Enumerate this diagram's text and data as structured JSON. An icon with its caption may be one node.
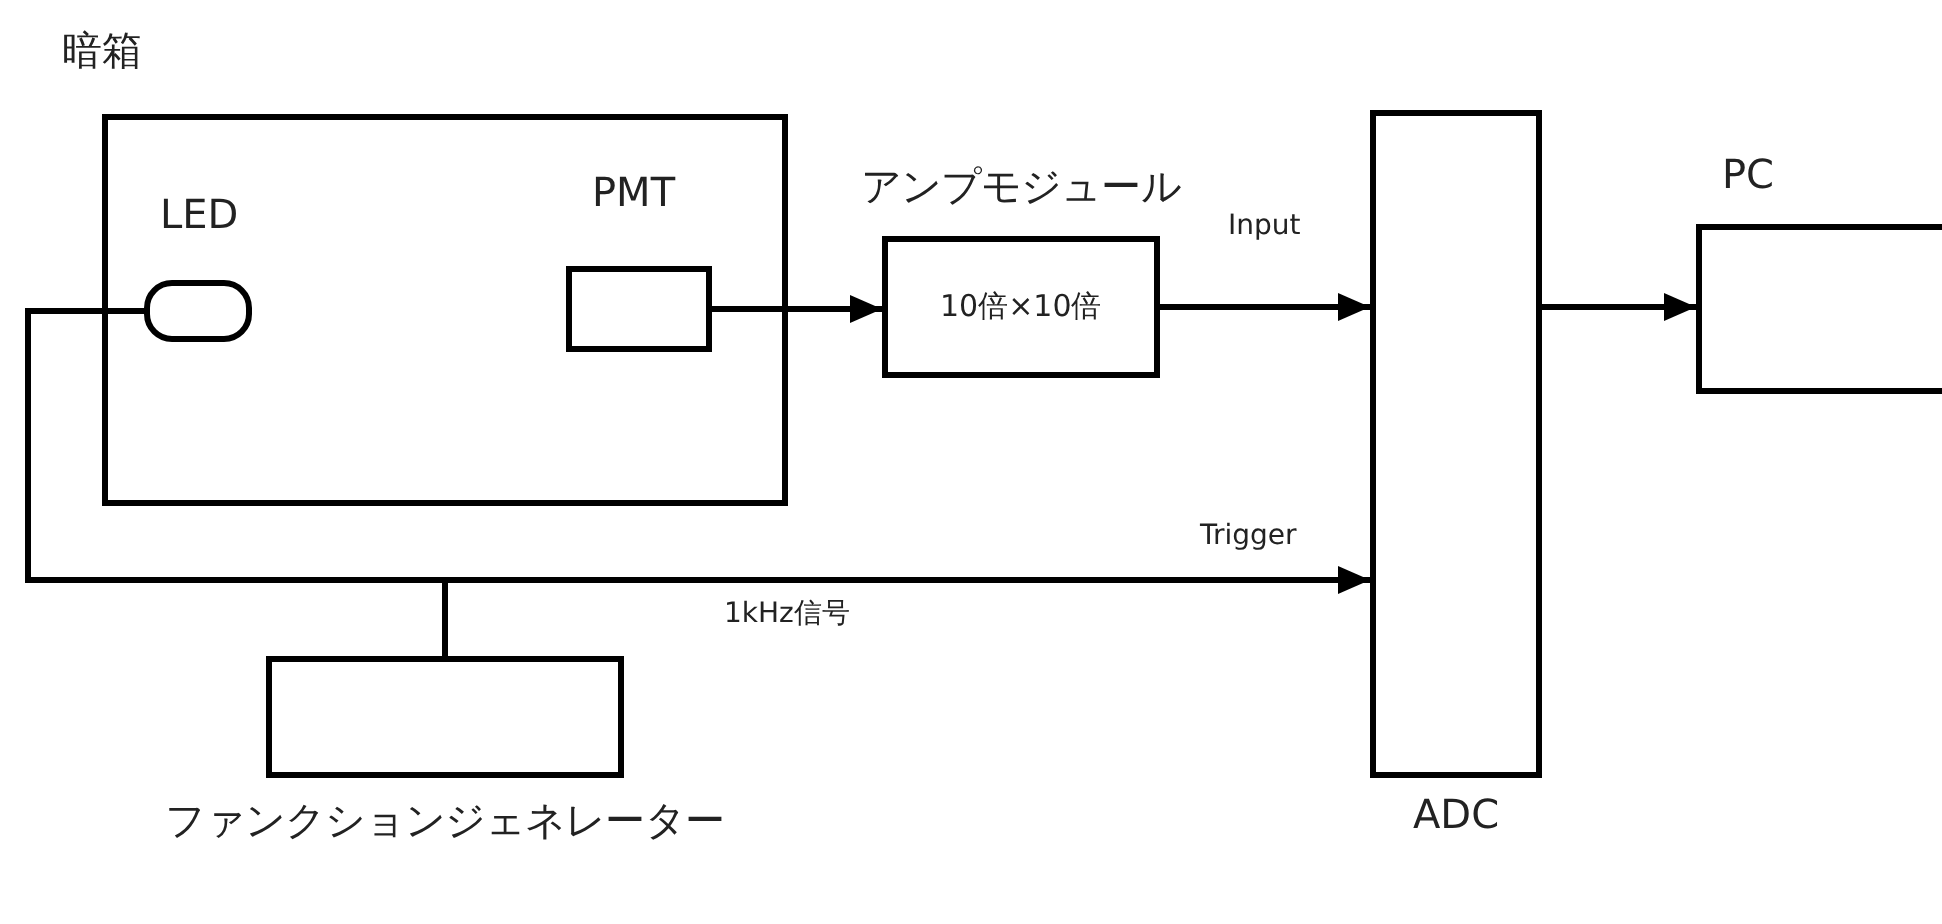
{
  "diagram": {
    "nodes": [
      {
        "text": [
          "暗箱"
        ]
      },
      {
        "text": [
          "LED"
        ],
        "in": 0
      },
      {
        "text": [
          "PMT"
        ],
        "in": 0
      },
      {
        "text": [
          "アンプモジュール",
          "10倍×10倍"
        ]
      },
      {
        "text": [
          "ADC"
        ]
      },
      {
        "text": [
          "PC"
        ]
      },
      {
        "text": [
          "ファンクションジェネレーター"
        ]
      }
    ],
    "edges": [
      {
        "from": 2,
        "to": 3,
        "arrow": "to"
      },
      {
        "from": 3,
        "to": 4,
        "arrow": "to",
        "label": "Input"
      },
      {
        "from": 4,
        "to": 5,
        "arrow": "to"
      },
      {
        "from": 6,
        "to": 1,
        "arrow": "none"
      },
      {
        "from": 6,
        "to": 4,
        "arrow": "to",
        "label": "Trigger"
      }
    ],
    "labels": [
      "1kHz信号"
    ]
  }
}
